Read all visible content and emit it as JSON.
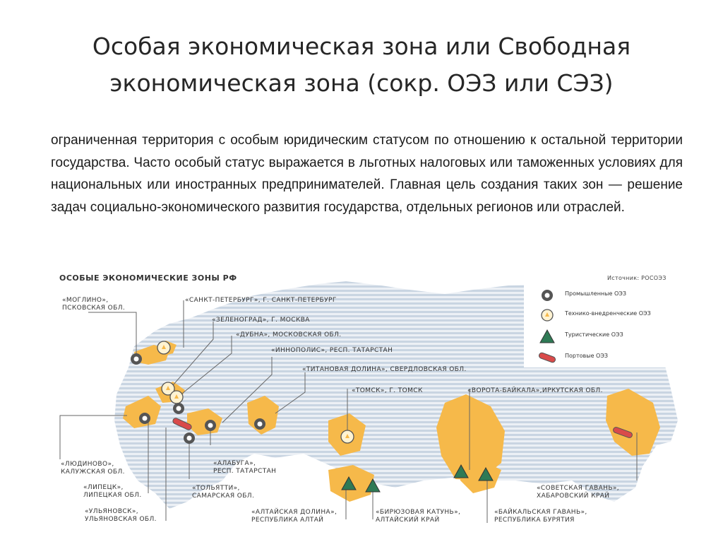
{
  "title": {
    "line1": "Особая экономическая зона или Свободная",
    "line2": "экономическая зона (сокр. ОЭЗ или СЭЗ)"
  },
  "body": {
    "text": "ограниченная территория с особым юридическим статусом по отношению к остальной территории государства. Часто особый статус выражается в льготных налоговых или таможенных условиях для национальных или иностранных предпринимателей. Главная цель создания таких зон — решение задач социально-экономического развития государства, отдельных регионов или отраслей."
  },
  "map": {
    "title": "ОСОБЫЕ ЭКОНОМИЧЕСКИЕ ЗОНЫ РФ",
    "source": "Источник: РОСОЭЗ",
    "colors": {
      "highlight": "#f6b94a",
      "stripe": "#c9d5e2",
      "stripe_bg": "#e9eef4",
      "leader": "#666666"
    },
    "legend": [
      {
        "icon": "gear-icon",
        "label": "Промышленные ОЭЗ"
      },
      {
        "icon": "lightbulb-icon",
        "label": "Технико-внедренческие ОЭЗ"
      },
      {
        "icon": "tent-icon",
        "label": "Туристические ОЭЗ"
      },
      {
        "icon": "ship-icon",
        "label": "Портовые ОЭЗ"
      }
    ],
    "zones": {
      "moglino": {
        "line1": "«МОГЛИНО»,",
        "line2": "ПСКОВСКАЯ ОБЛ.",
        "type": "industrial"
      },
      "spb": {
        "line1": "«САНКТ-ПЕТЕРБУРГ», Г. САНКТ-ПЕТЕРБУРГ",
        "type": "technical"
      },
      "zelenograd": {
        "line1": "«ЗЕЛЕНОГРАД», Г. МОСКВА",
        "type": "technical"
      },
      "dubna": {
        "line1": "«ДУБНА», МОСКОВСКАЯ ОБЛ.",
        "type": "technical"
      },
      "innopolis": {
        "line1": "«ИННОПОЛИС», РЕСП. ТАТАРСТАН",
        "type": "technical"
      },
      "titan": {
        "line1": "«ТИТАНОВАЯ ДОЛИНА», СВЕРДЛОВСКАЯ ОБЛ.",
        "type": "industrial"
      },
      "tomsk": {
        "line1": "«ТОМСК», Г. ТОМСК",
        "type": "technical"
      },
      "baikal_gate": {
        "line1": "«ВОРОТА-БАЙКАЛА»,ИРКУТСКАЯ ОБЛ.",
        "type": "tourist"
      },
      "lyudinovo": {
        "line1": "«ЛЮДИНОВО»,",
        "line2": "КАЛУЖСКАЯ ОБЛ.",
        "type": "industrial"
      },
      "lipetsk": {
        "line1": "«ЛИПЕЦК»,",
        "line2": "ЛИПЕЦКАЯ ОБЛ.",
        "type": "industrial"
      },
      "ulyanovsk": {
        "line1": "«УЛЬЯНОВСК»,",
        "line2": "УЛЬЯНОВСКАЯ ОБЛ.",
        "type": "port"
      },
      "alabuga": {
        "line1": "«АЛАБУГА»,",
        "line2": "РЕСП. ТАТАРСТАН",
        "type": "industrial"
      },
      "togliatti": {
        "line1": "«ТОЛЬЯТТИ»,",
        "line2": "САМАРСКАЯ ОБЛ.",
        "type": "industrial"
      },
      "altai_valley": {
        "line1": "«АЛТАЙСКАЯ ДОЛИНА»,",
        "line2": "РЕСПУБЛИКА АЛТАЙ",
        "type": "tourist"
      },
      "biryuzovaya": {
        "line1": "«БИРЮЗОВАЯ КАТУНЬ»,",
        "line2": "АЛТАЙСКИЙ КРАЙ",
        "type": "tourist"
      },
      "baikal_harbor": {
        "line1": "«БАЙКАЛЬСКАЯ ГАВАНЬ»,",
        "line2": "РЕСПУБЛИКА БУРЯТИЯ",
        "type": "tourist"
      },
      "sovgavan": {
        "line1": "«СОВЕТСКАЯ ГАВАНЬ»,",
        "line2": "ХАБАРОВСКИЙ КРАЙ",
        "type": "port"
      }
    }
  }
}
